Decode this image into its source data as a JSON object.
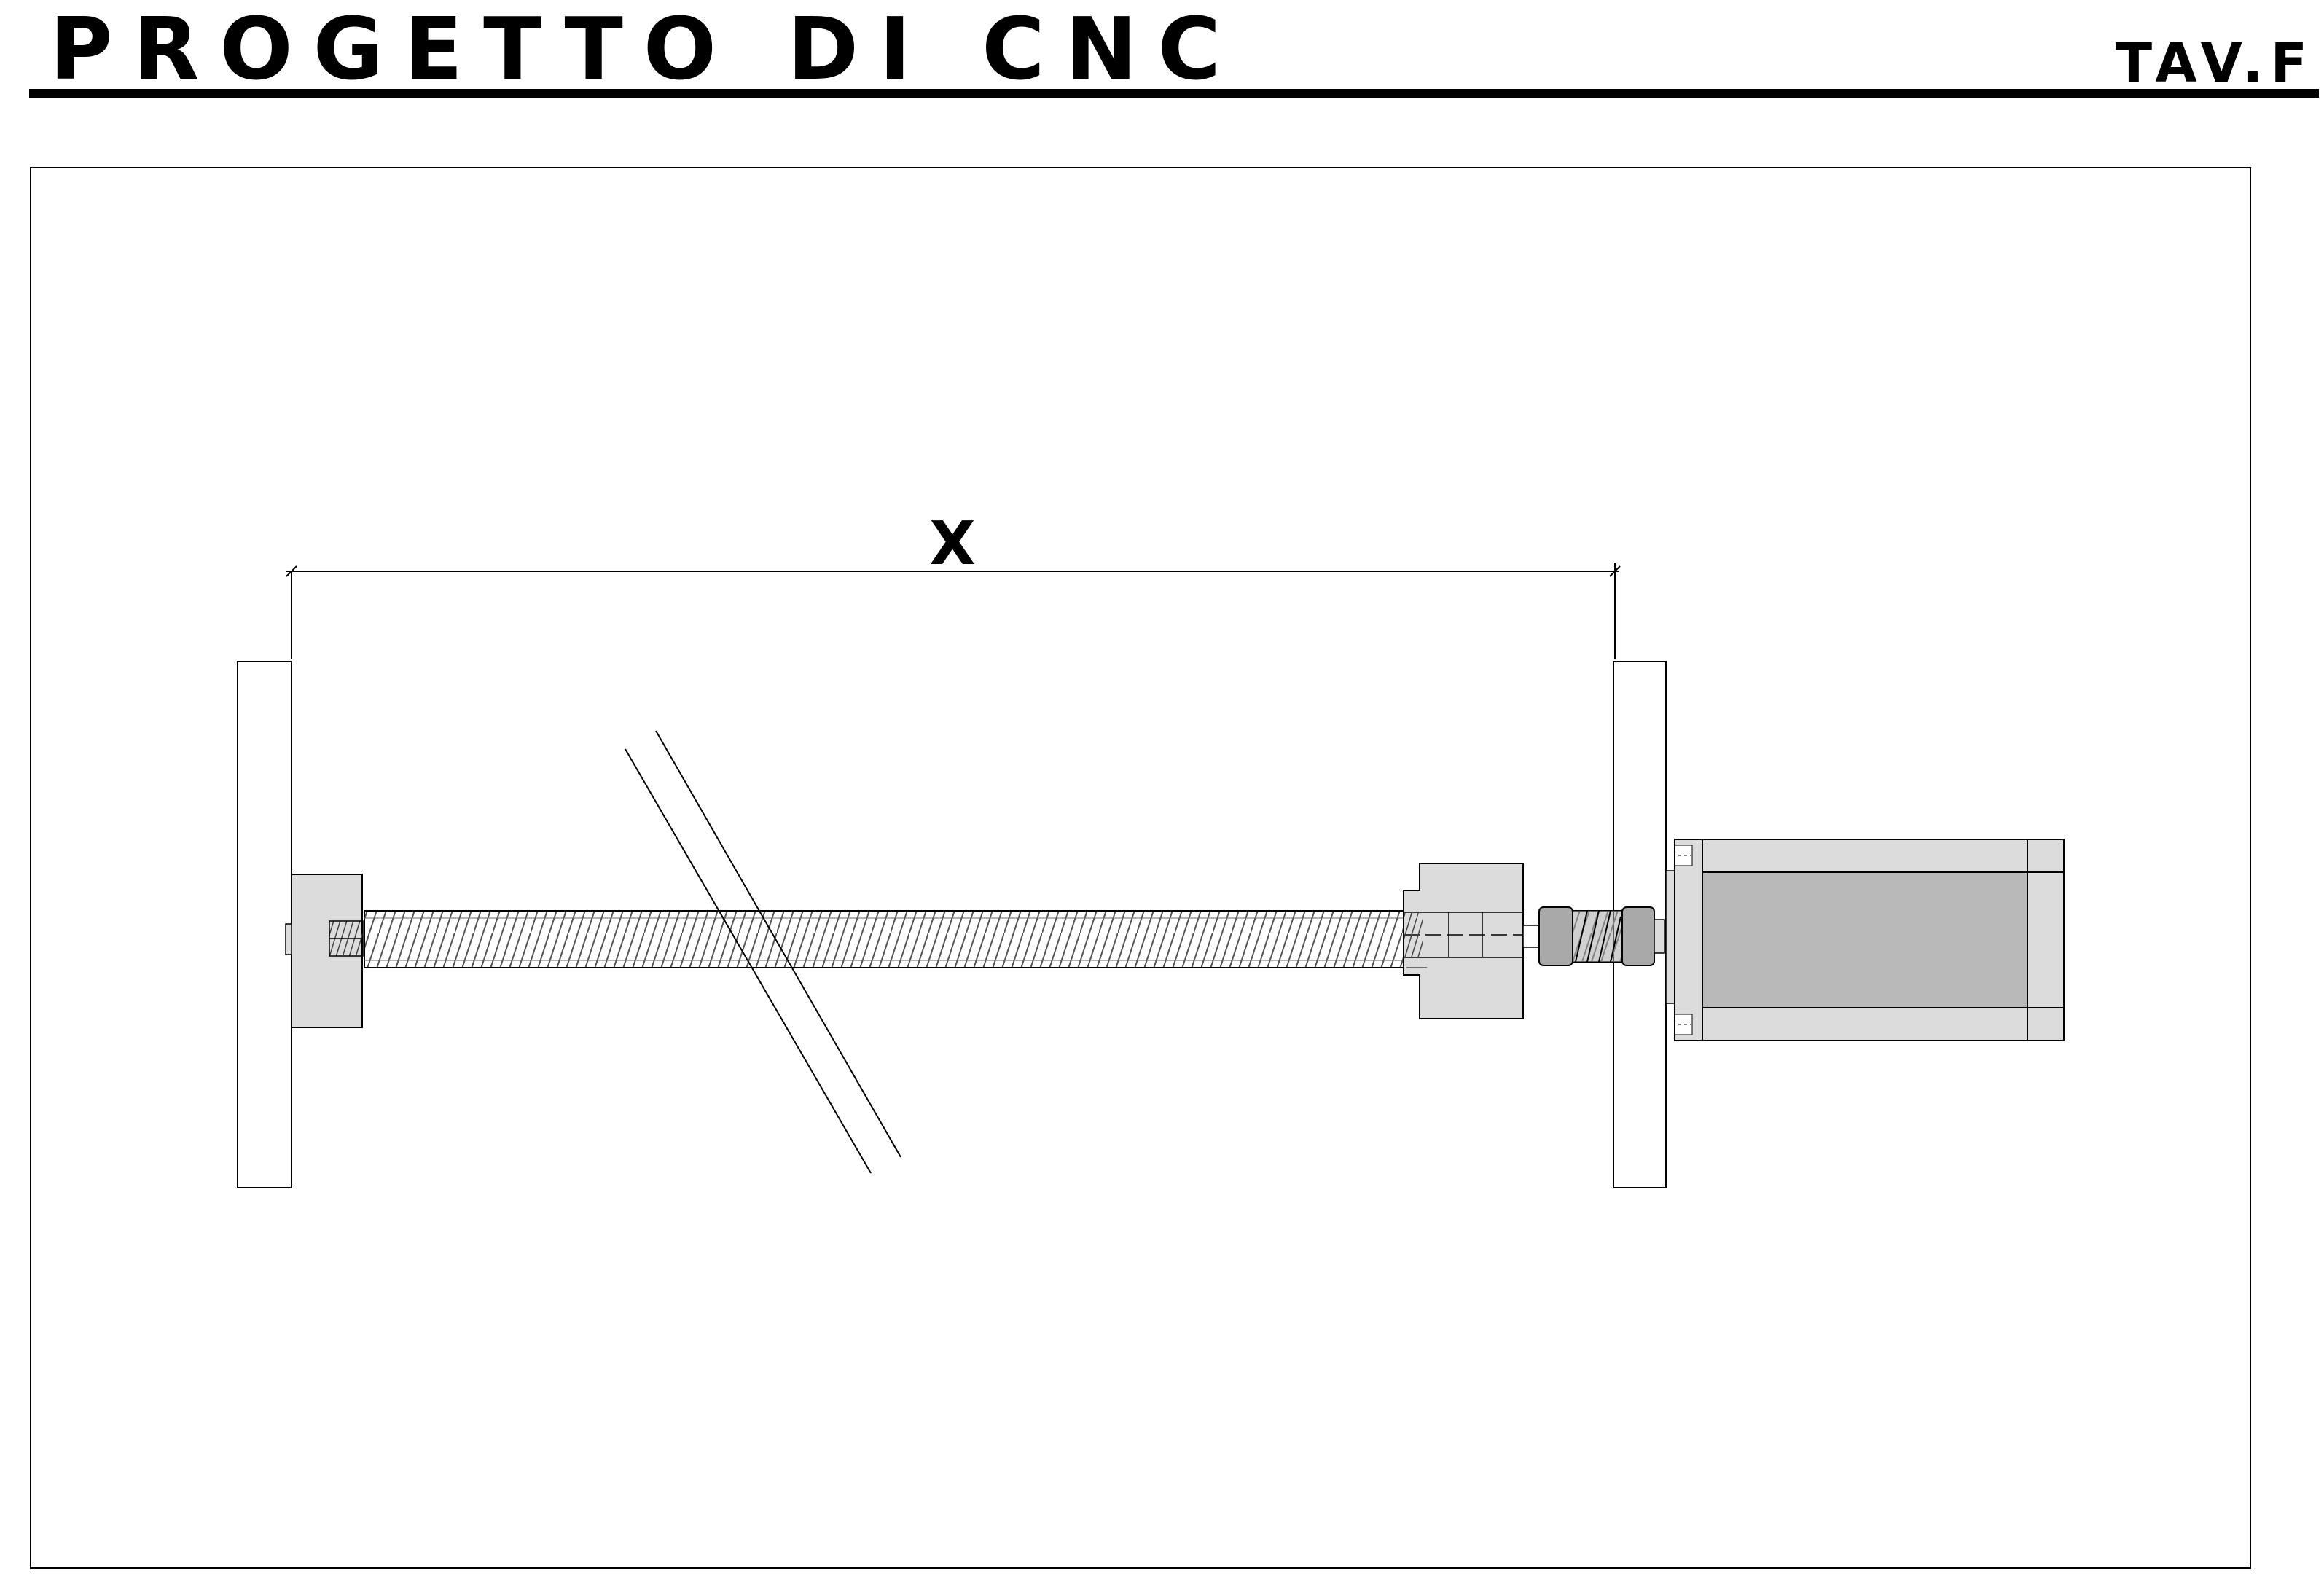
{
  "header": {
    "title": "PROGETTO DI CNC",
    "sheet_code": "TAV.F"
  },
  "drawing": {
    "dimension_label": "X"
  },
  "colors": {
    "ink": "#000000",
    "part_fill": "#dcdcdc",
    "motor_core_fill": "#b9b9b9",
    "coupling_fill": "#a9a9a9"
  }
}
